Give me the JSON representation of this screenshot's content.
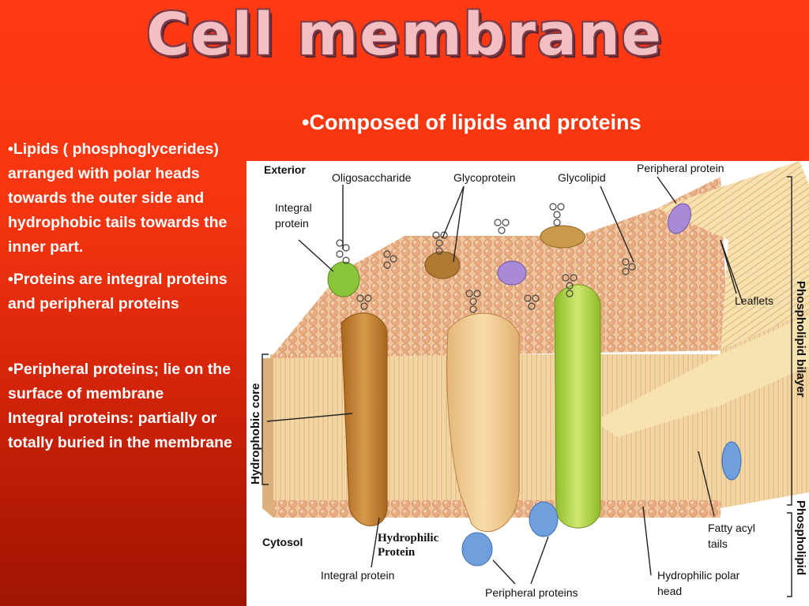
{
  "slide": {
    "title": "Cell membrane",
    "subtitle": "•Composed of lipids and proteins",
    "bullets": [
      "•Lipids ( phosphoglycerides) arranged with polar heads towards the outer side and hydrophobic tails towards the inner part.",
      "•Proteins are integral proteins and peripheral proteins",
      "•Peripheral proteins; lie on the surface of membrane",
      "Integral proteins: partially or totally buried in the membrane"
    ]
  },
  "diagram": {
    "labels": {
      "exterior": "Exterior",
      "oligosaccharide": "Oligosaccharide",
      "glycoprotein": "Glycoprotein",
      "glycolipid": "Glycolipid",
      "peripheral_protein_top": "Peripheral protein",
      "integral_protein_top_1": "Integral",
      "integral_protein_top_2": "protein",
      "leaflets": "Leaflets",
      "hydrophobic_core": "Hydrophobic core",
      "phospholipid_bilayer": "Phospholipid bilayer",
      "phospholipid": "Phospholipid",
      "cytosol": "Cytosol",
      "hydrophilic_protein_1": "Hydrophilic",
      "hydrophilic_protein_2": "Protein",
      "integral_protein_bottom": "Integral protein",
      "peripheral_proteins": "Peripheral proteins",
      "fatty_acyl_1": "Fatty acyl",
      "fatty_acyl_2": "tails",
      "hydrophilic_polar_1": "Hydrophilic polar",
      "hydrophilic_polar_2": "head"
    },
    "colors": {
      "lipid_head": "#e7ad82",
      "lipid_tail": "#f3d9a6",
      "integral_brown": "#c8852f",
      "integral_light": "#f0c88c",
      "green_protein": "#b3d84a",
      "purple_protein": "#a78ad6",
      "blue_protein": "#6f9fdc"
    }
  }
}
